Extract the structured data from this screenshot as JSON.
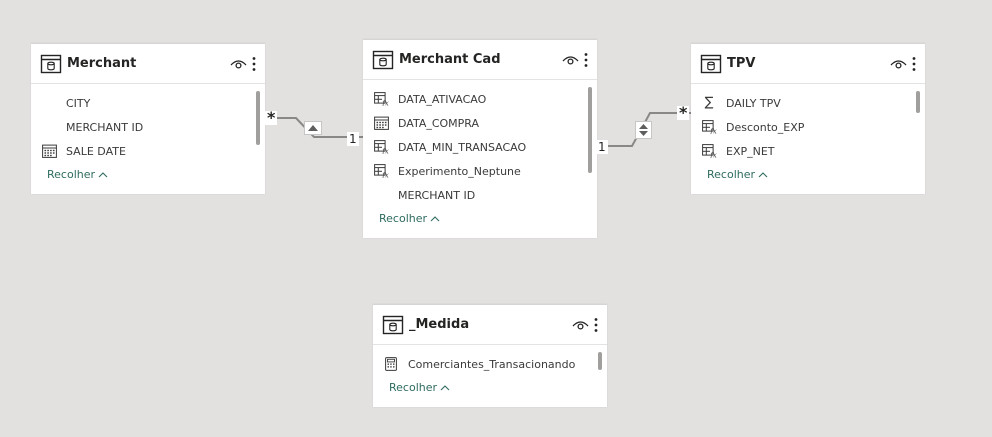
{
  "tables": [
    {
      "id": "merchant",
      "title": "Merchant",
      "fields": [
        {
          "label": "CITY",
          "icon": "none"
        },
        {
          "label": "MERCHANT ID",
          "icon": "none"
        },
        {
          "label": "SALE DATE",
          "icon": "calendar-icon"
        }
      ],
      "collapse_label": "Recolher"
    },
    {
      "id": "merchant-cad",
      "title": "Merchant Cad",
      "fields": [
        {
          "label": "DATA_ATIVACAO",
          "icon": "calc-column-icon"
        },
        {
          "label": "DATA_COMPRA",
          "icon": "calendar-icon"
        },
        {
          "label": "DATA_MIN_TRANSACAO",
          "icon": "calc-column-icon"
        },
        {
          "label": "Experimento_Neptune",
          "icon": "calc-column-icon"
        },
        {
          "label": "MERCHANT ID",
          "icon": "none"
        }
      ],
      "collapse_label": "Recolher"
    },
    {
      "id": "tpv",
      "title": "TPV",
      "fields": [
        {
          "label": "DAILY TPV",
          "icon": "sigma-icon"
        },
        {
          "label": "Desconto_EXP",
          "icon": "calc-column-icon"
        },
        {
          "label": "EXP_NET",
          "icon": "calc-column-icon"
        }
      ],
      "collapse_label": "Recolher"
    },
    {
      "id": "medida",
      "title": "_Medida",
      "fields": [
        {
          "label": "Comerciantes_Transacionando",
          "icon": "measure-calculator-icon"
        }
      ],
      "collapse_label": "Recolher"
    }
  ],
  "relationships": [
    {
      "from": "merchant",
      "to": "merchant-cad",
      "from_cardinality": "*",
      "to_cardinality": "1",
      "direction": "single"
    },
    {
      "from": "merchant-cad",
      "to": "tpv",
      "from_cardinality": "1",
      "to_cardinality": "*",
      "direction": "both"
    }
  ],
  "colors": {
    "canvas": "#e2e1e0",
    "card": "#ffffff",
    "collapse_link": "#2e6b5f",
    "connector": "#8a8886"
  }
}
